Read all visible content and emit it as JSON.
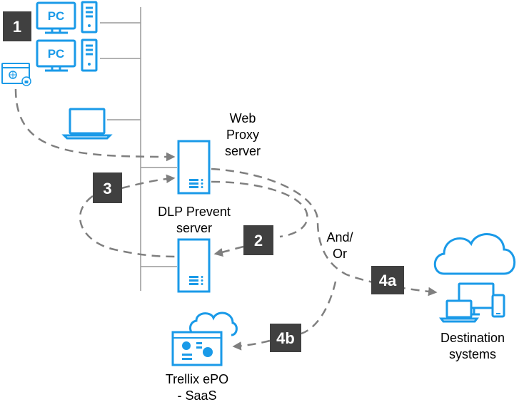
{
  "colors": {
    "accent": "#1a9ae8",
    "badge": "#404040",
    "line": "#999999",
    "dash": "#7f7f7f"
  },
  "endpoints": {
    "pc_label": "PC"
  },
  "badges": {
    "b1": "1",
    "b2": "2",
    "b3": "3",
    "b4a": "4a",
    "b4b": "4b"
  },
  "labels": {
    "web_proxy": [
      "Web",
      "Proxy",
      "server"
    ],
    "dlp_prevent": [
      "DLP Prevent",
      "server"
    ],
    "and_or": [
      "And/",
      "Or"
    ],
    "destination": [
      "Destination",
      "systems"
    ],
    "trellix": [
      "Trellix ePO",
      "- SaaS"
    ]
  }
}
